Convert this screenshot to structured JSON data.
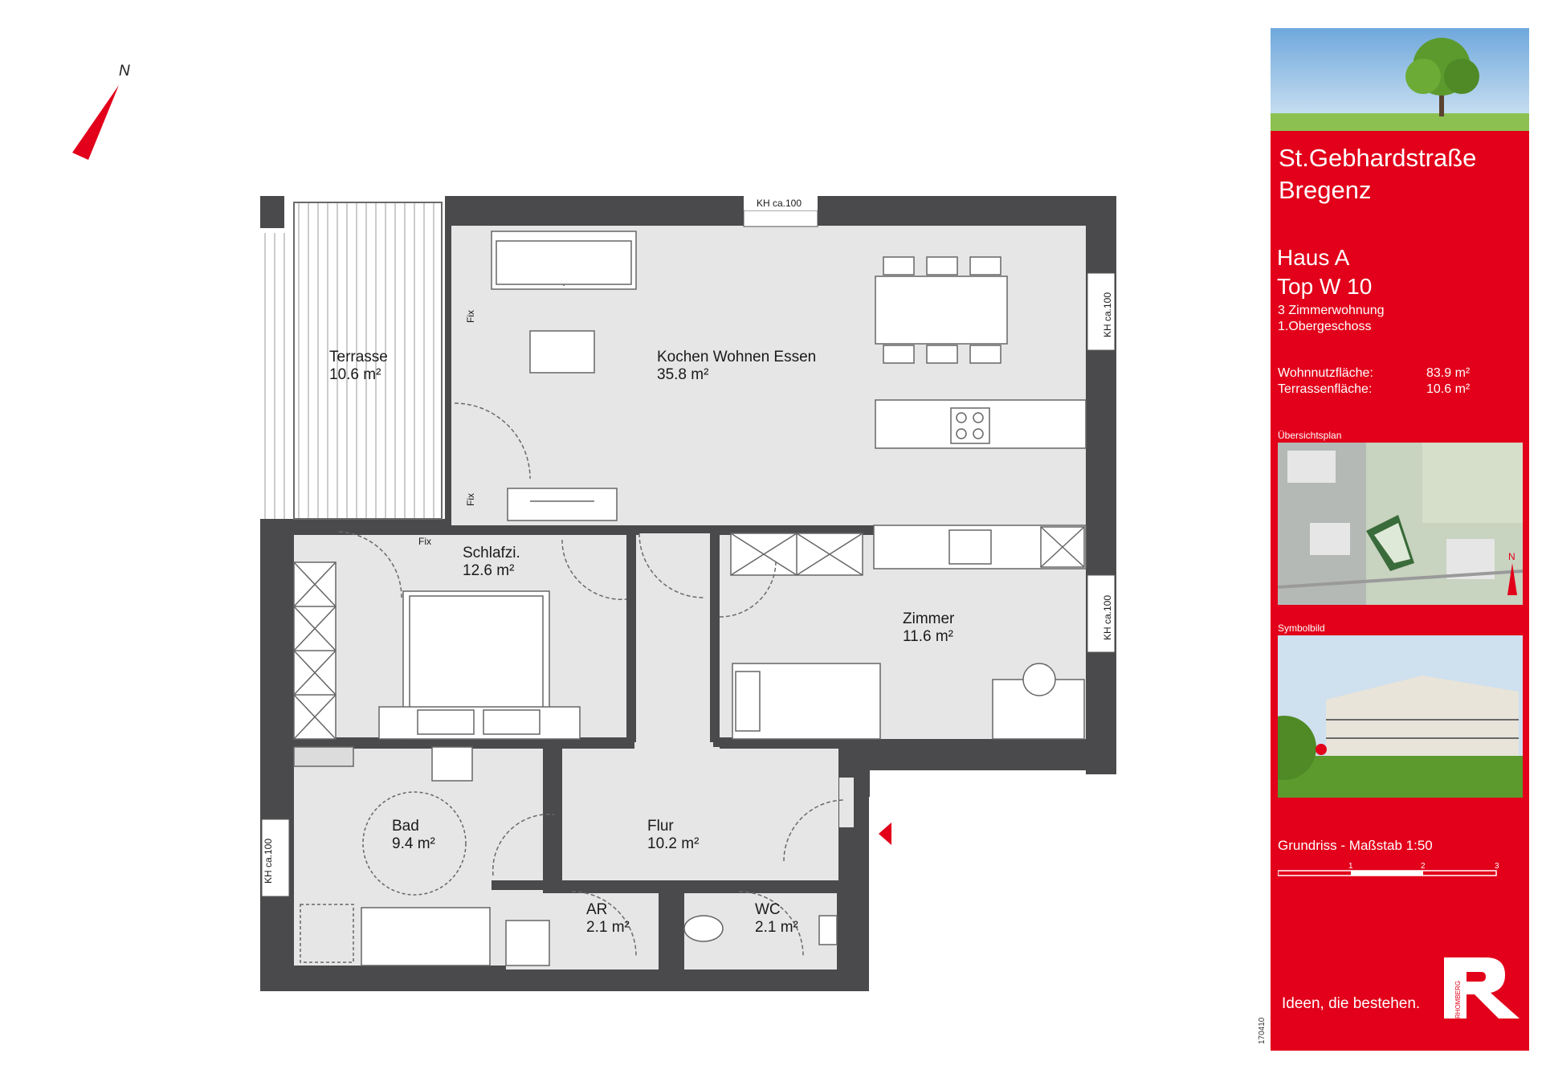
{
  "north_label": "N",
  "rooms": [
    {
      "name": "Terrasse",
      "area": "10.6 m²"
    },
    {
      "name": "Kochen Wohnen Essen",
      "area": "35.8 m²"
    },
    {
      "name": "Schlafzi.",
      "area": "12.6 m²"
    },
    {
      "name": "Zimmer",
      "area": "11.6 m²"
    },
    {
      "name": "Bad",
      "area": "9.4 m²"
    },
    {
      "name": "Flur",
      "area": "10.2 m²"
    },
    {
      "name": "AR",
      "area": "2.1 m²"
    },
    {
      "name": "WC",
      "area": "2.1 m²"
    }
  ],
  "annotations": {
    "window_height_top": "KH ca.100",
    "window_height_right_1": "KH ca.100",
    "window_height_right_2": "KH ca.100",
    "window_height_left": "KH ca.100",
    "fix_1": "Fix",
    "fix_2": "Fix",
    "fix_3": "Fix"
  },
  "panel": {
    "street": "St.Gebhardstraße",
    "city": "Bregenz",
    "house": "Haus A",
    "unit": "Top W 10",
    "type": "3 Zimmerwohnung",
    "floor": "1.Obergeschoss",
    "living_area_label": "Wohnnutzfläche:",
    "living_area_value": "83.9 m²",
    "terrace_area_label": "Terrassenfläche:",
    "terrace_area_value": "10.6 m²",
    "overview_caption": "Übersichtsplan",
    "map_north": "N",
    "render_caption": "Symbolbild",
    "scale_text": "Grundriss - Maßstab 1:50",
    "scale_ticks": [
      "1",
      "2",
      "3"
    ],
    "slogan": "Ideen, die bestehen.",
    "brand": "RHOMBERG",
    "doc_code": "170410"
  },
  "colors": {
    "accent": "#e2001a",
    "wall": "#4a4a4c",
    "floor": "#e6e6e6"
  }
}
